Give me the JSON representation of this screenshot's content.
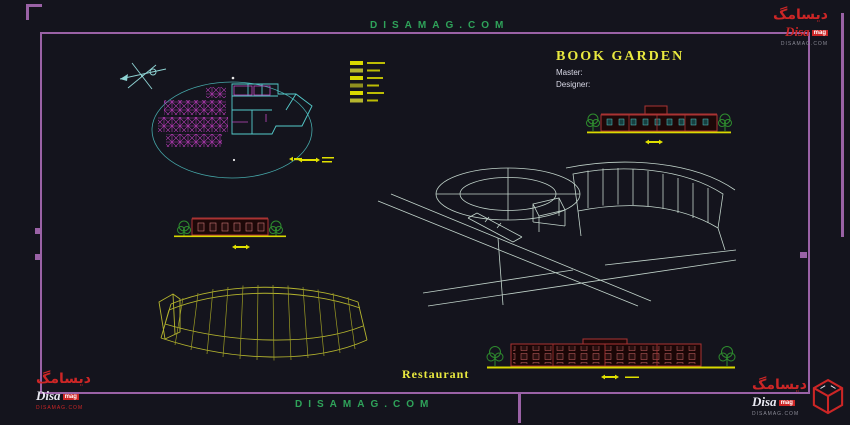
{
  "colors": {
    "background": "#14141d",
    "frame_purple": "#9a62a6",
    "watermark_green": "#2fa35a",
    "accent_yellow": "#e9e93f",
    "plan_cyan": "#55cccc",
    "hatch_magenta": "#b53ab5",
    "elevation_red": "#aa3333",
    "tree_green": "#2e8b2e",
    "wireframe_gray": "#c2d4cb",
    "perspective_olive": "#b5b52e",
    "logo_red": "#cc2626"
  },
  "watermark": {
    "top": "DISAMAG.COM",
    "bottom": "DISAMAG.COM"
  },
  "title_block": {
    "title": "BOOK GARDEN",
    "master": "Master:",
    "designer": "Designer:"
  },
  "annotations": {
    "restaurant": "Restaurant"
  },
  "logo": {
    "brand_fa": "دیسامگ",
    "brand_en": "Disa",
    "brand_suffix": "mag",
    "site": "DISAMAG.COM"
  }
}
